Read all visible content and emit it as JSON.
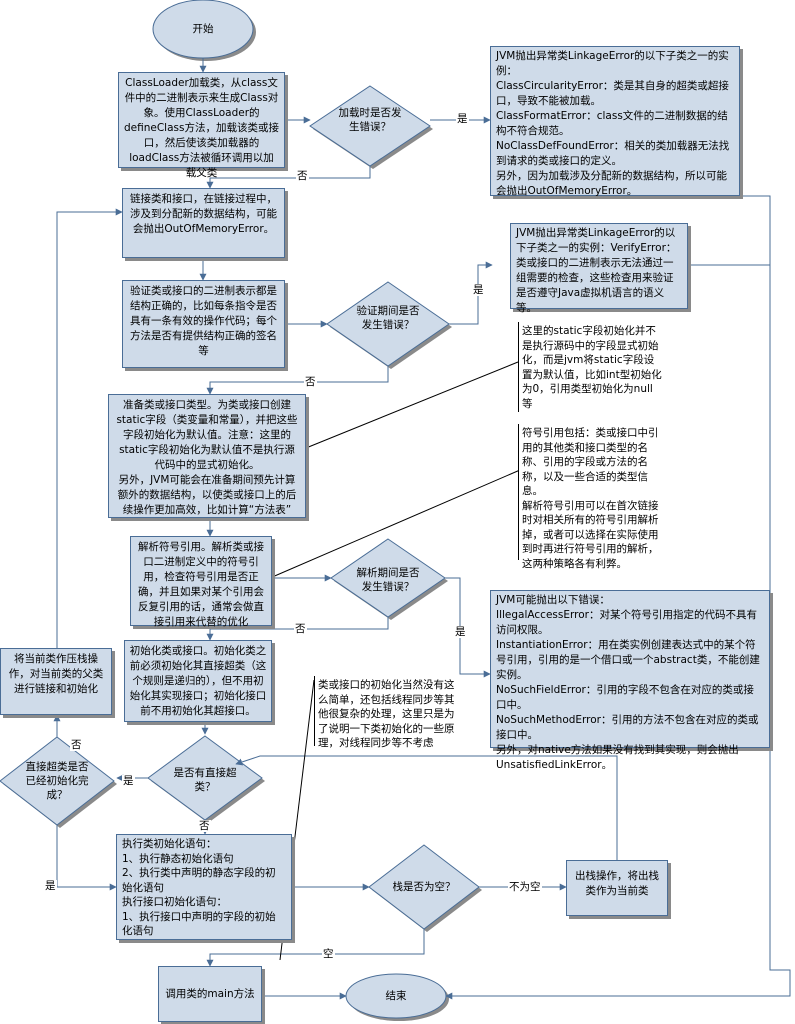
{
  "nodes": {
    "start": "开始",
    "load": "ClassLoader加载类，从class文件中的二进制表示来生成Class对象。使用ClassLoader的defineClass方法，加载该类或接口，然后使该类加载器的loadClass方法被循环调用以加载父类",
    "load_check": [
      "加载时是否发",
      "生错误？"
    ],
    "load_error": [
      "JVM抛出异常类LinkageError的以下子类之一的实例：",
      "ClassCircularityError：类是其自身的超类或超接口，导致不能被加载。",
      "ClassFormatError：class文件的二进制数据的结构不符合规范。",
      "NoClassDefFoundError：相关的类加载器无法找到请求的类或接口的定义。",
      "另外，因为加载涉及分配新的数据结构，所以可能会抛出OutOfMemoryError。"
    ],
    "link": "链接类和接口，在链接过程中，涉及到分配新的数据结构，可能会抛出OutOfMemoryError。",
    "verify": "验证类或接口的二进制表示都是结构正确的，比如每条指令是否具有一条有效的操作代码；每个方法是否有提供结构正确的签名等",
    "verify_check": [
      "验证期间是否",
      "发生错误？"
    ],
    "verify_error": "JVM抛出异常类LinkageError的以下子类之一的实例：VerifyError：类或接口的二进制表示无法通过一组需要的检查，这些检查用来验证是否遵守Java虚拟机语言的语义等。",
    "static_note": "这里的static字段初始化并不是执行源码中的字段显式初始化，而是jvm将static字段设置为默认值，比如int型初始化为0，引用类型初始化为null等",
    "prepare": [
      "准备类或接口类型。为类或接口创建static字段（类变量和常量），并把这些字段初始化为默认值。注意：这里的static字段初始化为默认值不是执行源代码中的显式初始化。",
      "另外，JVM可能会在准备期间预先计算额外的数据结构，以使类或接口上的后续操作更加高效，比如计算“方法表”"
    ],
    "resolve_note": [
      "符号引用包括：类或接口中引用的其他类和接口类型的名称、引用的字段或方法的名称，以及一些合适的类型信息。",
      "解析符号引用可以在首次链接时对相关所有的符号引用解析掉，或者可以选择在实际使用到时再进行符号引用的解析，这两种策略各有利弊。"
    ],
    "resolve": "解析符号引用。解析类或接口二进制定义中的符号引用，检查符号引用是否正确，并且如果对某个引用会反复引用的话，通常会做直接引用来代替的优化",
    "resolve_check": [
      "解析期间是否",
      "发生错误？"
    ],
    "resolve_error": [
      "JVM可能抛出以下错误：",
      "IllegalAccessError：对某个符号引用指定的代码不具有访问权限。",
      "InstantiationError：用在类实例创建表达式中的某个符号引用，引用的是一个借口或一个abstract类，不能创建实例。",
      "NoSuchFieldError：引用的字段不包含在对应的类或接口中。",
      "NoSuchMethodError：引用的方法不包含在对应的类或接口中。",
      "另外，对native方法如果没有找到其实现，则会抛出UnsatisfiedLinkError。"
    ],
    "push": "将当前类作压栈操作，对当前类的父类进行链接和初始化",
    "init": "初始化类或接口。初始化类之前必须初始化其直接超类（这个规则是递归的），但不用初始化其实现接口；初始化接口前不用初始化其超接口。",
    "init_note": "类或接口的初始化当然没有这么简单，还包括线程同步等其他很复杂的处理，这里只是为了说明一下类初始化的一些原理，对线程同步等不考虑",
    "super_check": [
      "是否有直接超",
      "类？"
    ],
    "super_done_check": [
      "直接超类是否",
      "已经初始化完",
      "成？"
    ],
    "exec_init": [
      "执行类初始化语句：",
      "1、执行静态初始化语句",
      "2、执行类中声明的静态字段的初始化语句",
      "执行接口初始化语句：",
      "1、执行接口中声明的字段的初始化语句"
    ],
    "stack_check": "栈是否为空？",
    "pop": "出栈操作，将出栈类作为当前类",
    "main": "调用类的main方法",
    "end": "结束"
  },
  "labels": {
    "yes": "是",
    "no": "否",
    "not_empty": "不为空",
    "empty": "空"
  },
  "colors": {
    "box_fill": "#cfdbe9",
    "box_border": "#4a6d96",
    "arrow": "#4a6d96",
    "shadow": "#8a8a8a"
  }
}
